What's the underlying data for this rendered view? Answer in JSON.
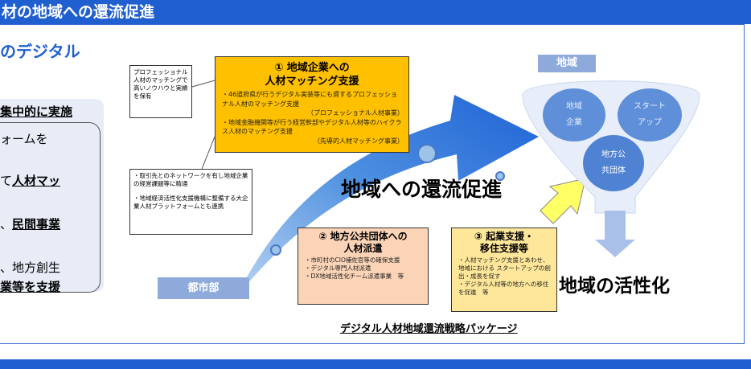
{
  "header": {
    "title": "材の地域への還流促進"
  },
  "subtitle": "のデジタル",
  "left_panel": {
    "line1": "集中的に実施",
    "line2": "ォームを",
    "line3_prefix": "て",
    "line3_bold": "人材マッ",
    "line4_prefix": "、",
    "line4_bold": "民間事業",
    "line5": "、地方創生",
    "line6": "業等を支援"
  },
  "notes": {
    "note1": "プロフェッショナル人材のマッチングで高いノウハウと実績を保有",
    "note2_a": "・取引先とのネットワークを有し地域企業の経営課題等に精通",
    "note2_b": "・地域経済活性化支援機構に整備する大企業人材プラットフォームとも連携"
  },
  "box1": {
    "title_line1": "① 地域企業への",
    "title_line2": "人材マッチング支援",
    "items": [
      "・46道府県が行うデジタル実装等にも資するプロフェッショナル人材のマッチング支援",
      "（プロフェッショナル人材事業）",
      "・地域金融機関等が行う経営幹部やデジタル人材等のハイクラス人材のマッチング支援",
      "（先導的人材マッチング事業）"
    ]
  },
  "box2": {
    "title_line1": "② 地方公共団体への",
    "title_line2": "人材派遣",
    "items": [
      "・市町村のCIO補佐官等の確保支援",
      "・デジタル専門人材派遣",
      "・DX地域活性化チーム派遣事業　等"
    ]
  },
  "box3": {
    "title_line1": "③ 起業支援・",
    "title_line2": "移住支援等",
    "items": [
      "・人材マッチング支援とあわせ、地域における スタートアップの創出・成長を促す",
      "・デジタル人材等の地方への移住を促進　等"
    ]
  },
  "labels": {
    "chiiki": "地域",
    "toshibu": "都市部",
    "kanryu": "地域への還流促進",
    "kasseika": "地域の活性化",
    "package": "デジタル人材地域還流戦略パッケージ"
  },
  "funnel": {
    "circle1": "地域\n企業",
    "circle2": "スタート\nアップ",
    "circle3": "地方公\n共団体"
  },
  "colors": {
    "header_blue": "#1f5fcf",
    "box1_fill": "#ffc000",
    "box2_fill": "#fbd3b6",
    "box3_fill": "#ffe79a",
    "arrow_blue": "#2e75d6",
    "yellow_arrow": "#ffff66"
  }
}
